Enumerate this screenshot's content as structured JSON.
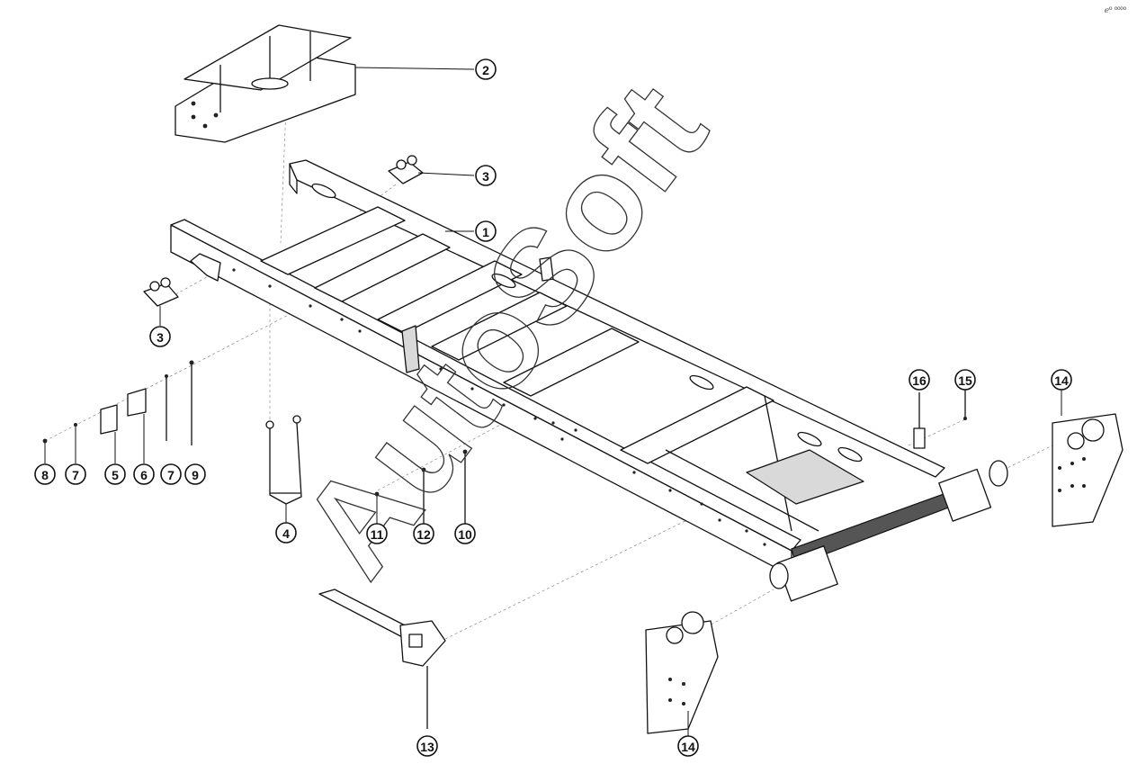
{
  "diagram": {
    "watermark": "AutoSoft",
    "corner_mark": "ℯº ºººº",
    "callouts": [
      {
        "label": "1"
      },
      {
        "label": "2"
      },
      {
        "label": "3"
      },
      {
        "label": "3"
      },
      {
        "label": "4"
      },
      {
        "label": "5"
      },
      {
        "label": "6"
      },
      {
        "label": "7"
      },
      {
        "label": "7"
      },
      {
        "label": "8"
      },
      {
        "label": "9"
      },
      {
        "label": "10"
      },
      {
        "label": "11"
      },
      {
        "label": "12"
      },
      {
        "label": "13"
      },
      {
        "label": "14"
      },
      {
        "label": "14"
      },
      {
        "label": "15"
      },
      {
        "label": "16"
      }
    ]
  }
}
